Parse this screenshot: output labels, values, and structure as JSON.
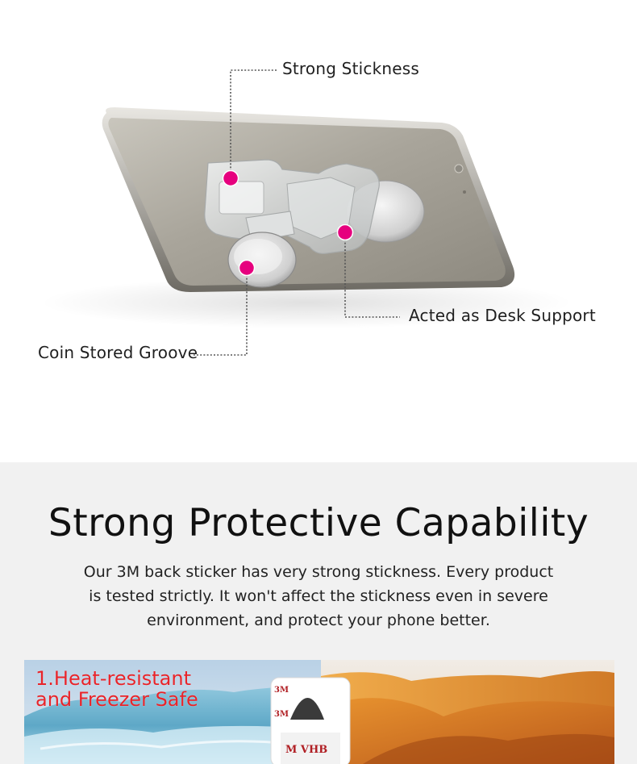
{
  "callouts": {
    "strong": "Strong Stickness",
    "desk": "Acted as Desk Support",
    "coin": "Coin Stored Groove"
  },
  "section": {
    "headline": "Strong Protective Capability",
    "description": "Our 3M back sticker has very strong stickness. Every product is tested strictly. It won't affect the stickness even in severe environment, and protect your phone better."
  },
  "banner": {
    "title_line1": "1.Heat-resistant",
    "title_line2": "and Freezer Safe",
    "sticker_brand": "M VHB",
    "sticker_logo": "3M"
  },
  "colors": {
    "marker": "#e6007e",
    "banner_title": "#e8242a",
    "section_bg": "#f1f1f1"
  }
}
